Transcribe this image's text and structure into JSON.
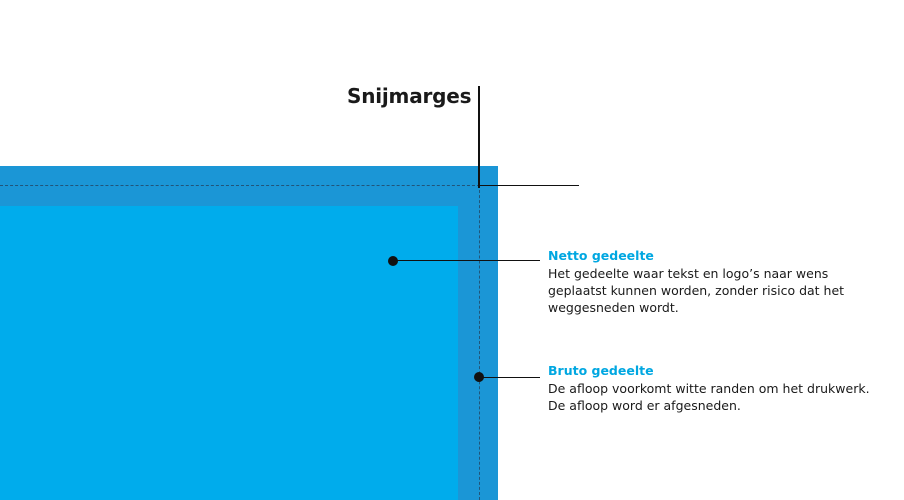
{
  "title": "Snijmarges",
  "colors": {
    "bleed": "#1b96d6",
    "safe": "#00acec",
    "label": "#00a7e1",
    "cut_line": "#21557a"
  },
  "labels": [
    {
      "title": "Netto gedeelte",
      "description": "Het gedeelte waar tekst en logo’s naar wens\ngeplaatst kunnen worden, zonder risico dat het\nweggesneden wordt."
    },
    {
      "title": "Bruto gedeelte",
      "description": "De afloop voorkomt witte randen om het drukwerk.\nDe afloop word er afgesneden."
    }
  ]
}
